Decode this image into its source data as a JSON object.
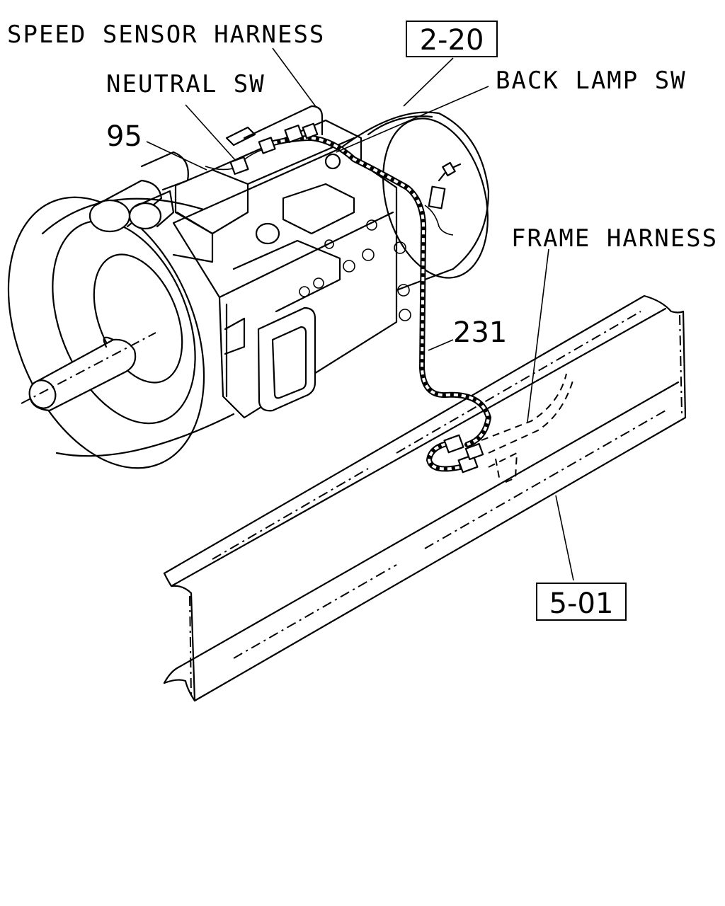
{
  "callouts": {
    "speed_sensor_harness": "SPEED SENSOR HARNESS",
    "neutral_sw": "NEUTRAL SW",
    "back_lamp_sw": "BACK LAMP SW",
    "frame_harness": "FRAME HARNESS",
    "part_95": "95",
    "part_231": "231"
  },
  "references": {
    "ref_2_20": "2-20",
    "ref_5_01": "5-01"
  }
}
